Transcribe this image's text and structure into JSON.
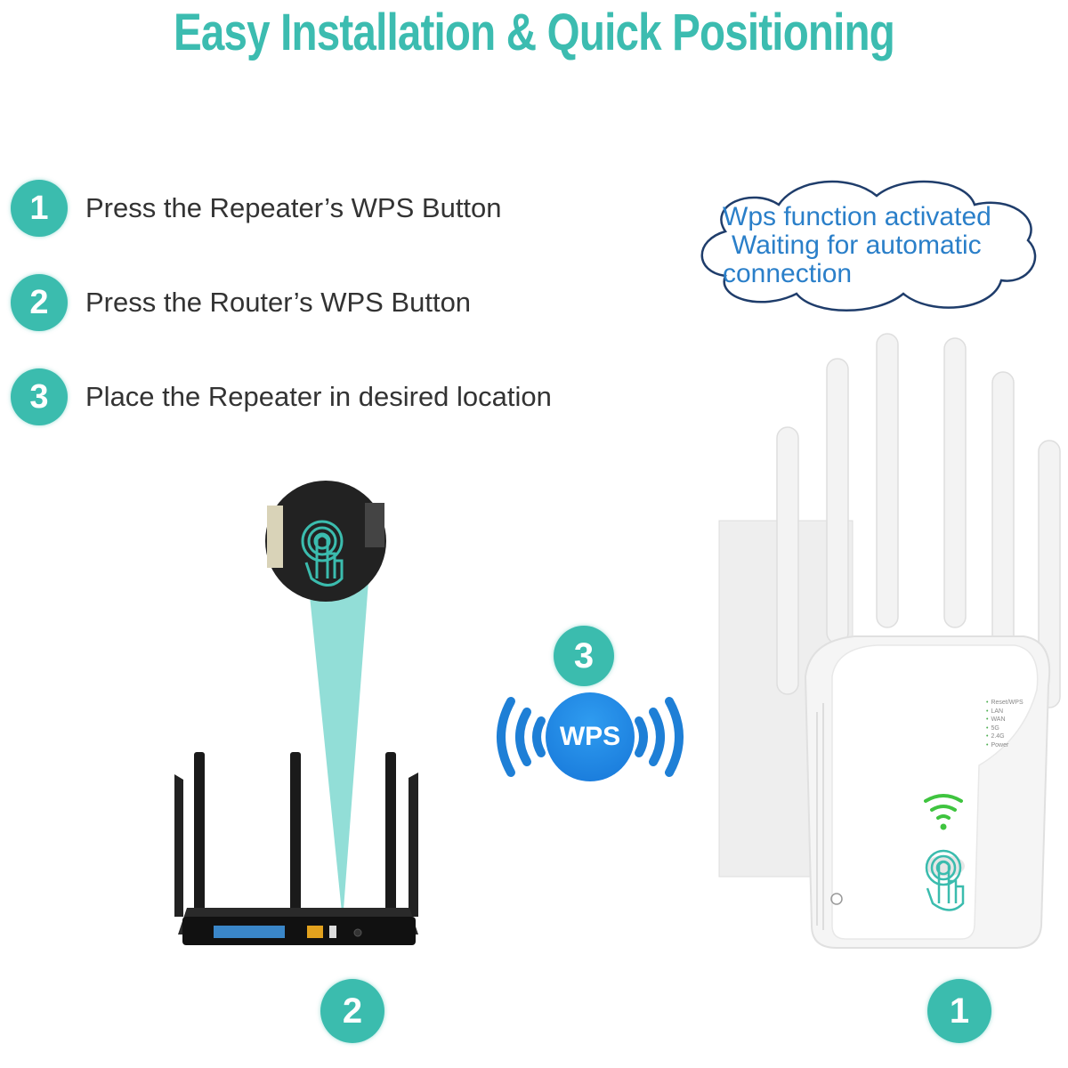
{
  "title": "Easy Installation & Quick Positioning",
  "steps": [
    {
      "number": "1",
      "text": "Press the Repeater’s WPS Button"
    },
    {
      "number": "2",
      "text": "Press the Router’s WPS Button"
    },
    {
      "number": "3",
      "text": "Place the Repeater in desired location"
    }
  ],
  "cloud": {
    "line1": "Wps function activated",
    "line2": "Waiting for automatic",
    "line3": "connection"
  },
  "wps": {
    "label": "WPS",
    "step_number": "3"
  },
  "router": {
    "step_number": "2"
  },
  "repeater": {
    "step_number": "1",
    "leds": [
      "Reset/WPS",
      "LAN",
      "WAN",
      "5G",
      "2.4G",
      "Power"
    ]
  },
  "colors": {
    "accent": "#3bbcae",
    "wps_blue": "#1e88e5",
    "cloud_text": "#2a7fc9",
    "wifi_green": "#3fc43f"
  }
}
